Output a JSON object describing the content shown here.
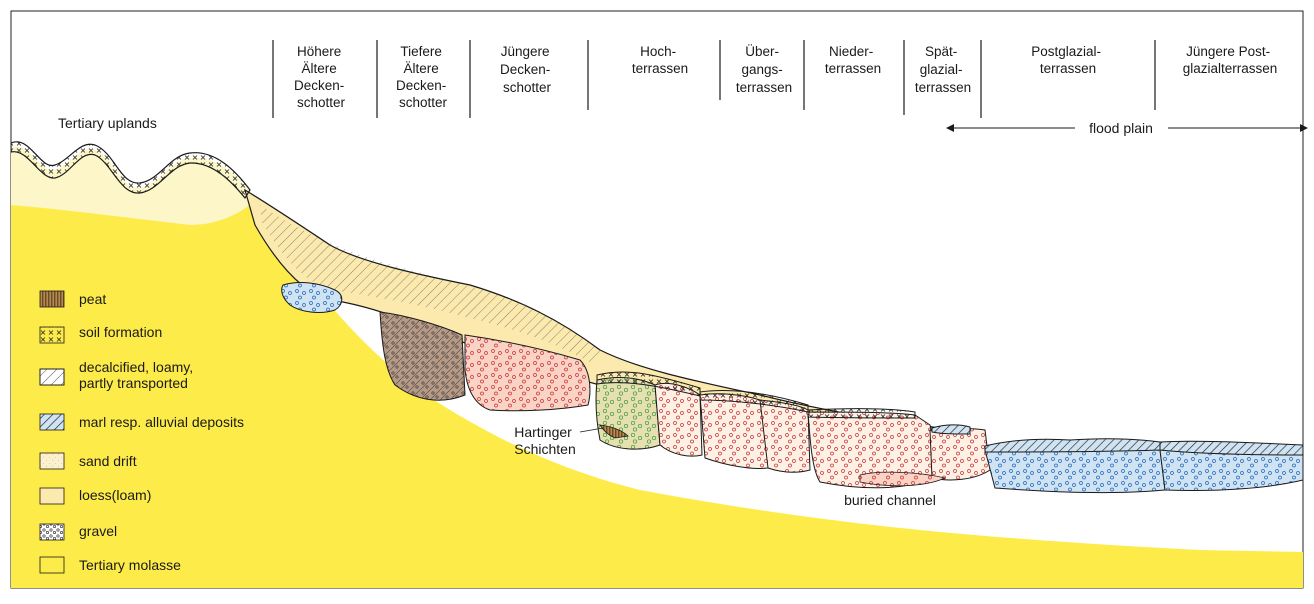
{
  "diagram": {
    "colors": {
      "molasse": "#FDEB4A",
      "loess": "#FBE9AE",
      "sand_drift": "#FCF1CF",
      "gravel_red": "#F9D3C5",
      "gravel_green": "#E6DFB0",
      "gravel_blue": "#CFE3F3",
      "peat": "#8A6A3C",
      "outline": "#1a1a1a"
    },
    "labels": {
      "tertiary_uplands": "Tertiary uplands",
      "flood_plain": "flood plain",
      "hartinger_line1": "Hartinger",
      "hartinger_line2": "Schichten",
      "buried_channel": "buried channel"
    },
    "terraces": [
      {
        "lines": [
          "Höhere",
          "Ältere",
          "Decken-",
          "schotter"
        ]
      },
      {
        "lines": [
          "Tiefere",
          "Ältere",
          "Decken-",
          "schotter"
        ]
      },
      {
        "lines": [
          "Jüngere",
          "Decken-",
          "schotter"
        ]
      },
      {
        "lines": [
          "Hoch-",
          "terrassen"
        ]
      },
      {
        "lines": [
          "Über-",
          "gangs-",
          "terrassen"
        ]
      },
      {
        "lines": [
          "Nieder-",
          "terrassen"
        ]
      },
      {
        "lines": [
          "Spät-",
          "glazial-",
          "terrassen"
        ]
      },
      {
        "lines": [
          "Postglazial-",
          "terrassen"
        ]
      },
      {
        "lines": [
          "Jüngere Post-",
          "glazialterrassen"
        ]
      }
    ],
    "legend": [
      {
        "icon": "peat-swatch",
        "label": "peat"
      },
      {
        "icon": "soil-formation-swatch",
        "label": "soil formation"
      },
      {
        "icon": "decalcified-swatch",
        "label": "decalcified, loamy,",
        "label2": "partly transported"
      },
      {
        "icon": "marl-swatch",
        "label": "marl resp. alluvial deposits"
      },
      {
        "icon": "sand-drift-swatch",
        "label": "sand drift"
      },
      {
        "icon": "loess-swatch",
        "label": "loess(loam)"
      },
      {
        "icon": "gravel-swatch",
        "label": "gravel"
      },
      {
        "icon": "tertiary-molasse-swatch",
        "label": "Tertiary molasse"
      }
    ]
  }
}
